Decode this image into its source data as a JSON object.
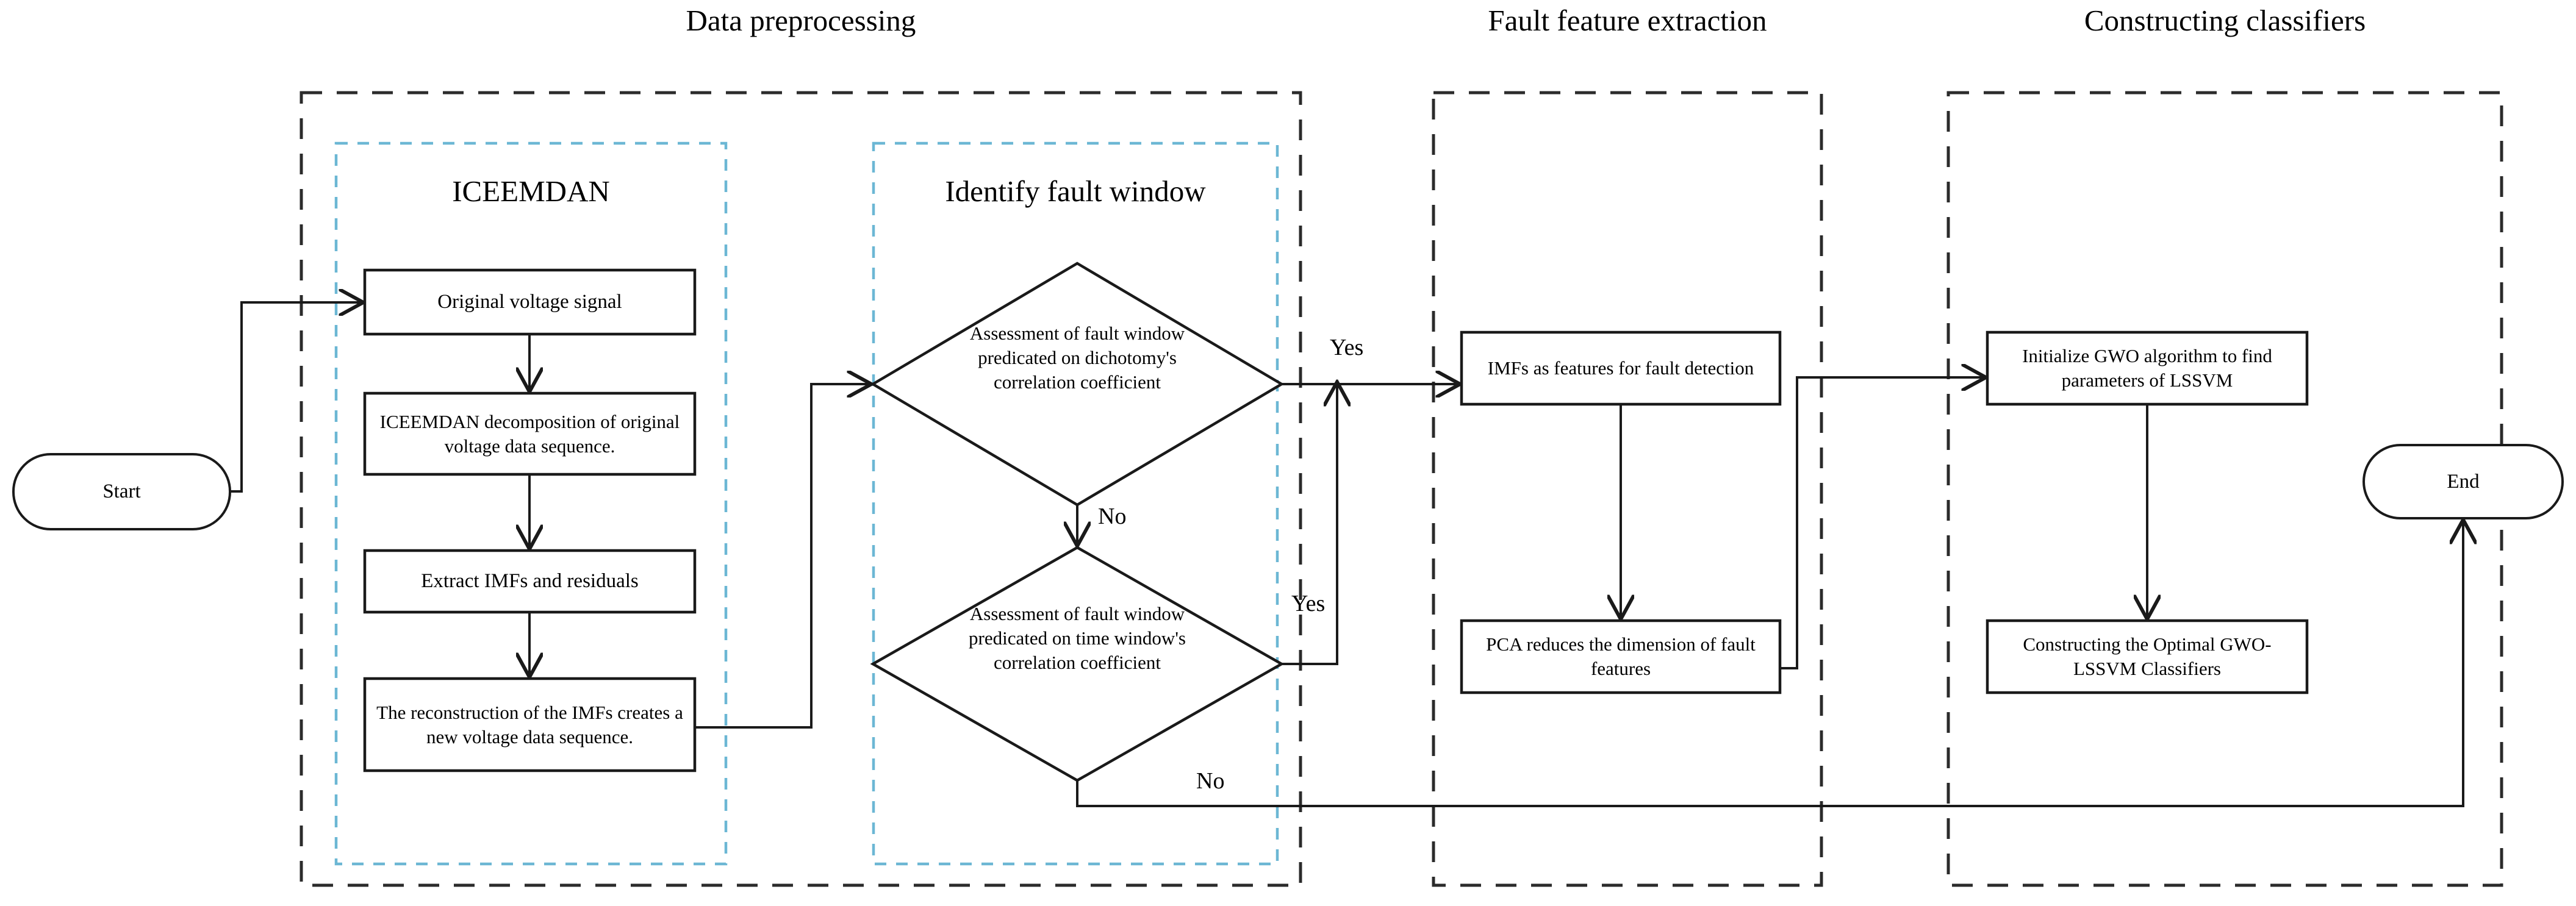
{
  "diagram": {
    "title": "Fault diagnosis flowchart",
    "colors": {
      "line": "#1a1a1a",
      "phase_border": "#2b2b2b",
      "group_border": "#6cb7d4",
      "text": "#000000",
      "background": "#ffffff"
    }
  },
  "phases": [
    {
      "id": "data-preprocessing",
      "label": "Data preprocessing"
    },
    {
      "id": "fault-feature-extraction",
      "label": "Fault feature extraction"
    },
    {
      "id": "constructing-classifiers",
      "label": "Constructing classifiers"
    }
  ],
  "groups": [
    {
      "id": "iceemdan",
      "label": "ICEEMDAN"
    },
    {
      "id": "identify-fault-window",
      "label": "Identify fault window"
    }
  ],
  "terminals": {
    "start": "Start",
    "end": "End"
  },
  "nodes": {
    "original_voltage_signal": "Original voltage signal",
    "iceemdan_decomposition": "ICEEMDAN decomposition of original voltage data sequence.",
    "extract_imfs": "Extract IMFs and residuals",
    "reconstruction": "The reconstruction of the IMFs creates a new voltage data sequence.",
    "decision_dichotomy": "Assessment of fault window predicated on dichotomy's correlation coefficient",
    "decision_time_window": "Assessment of fault window predicated on time window's  correlation coefficient",
    "imfs_features": "IMFs as features for fault detection",
    "pca_reduce": "PCA reduces the dimension of fault features",
    "initialize_gwo": "Initialize GWO algorithm to find parameters of LSSVM",
    "construct_classifiers": "Constructing the Optimal GWO-LSSVM Classifiers"
  },
  "edge_labels": {
    "yes_top": "Yes",
    "no_middle": "No",
    "yes_lower": "Yes",
    "no_bottom": "No"
  }
}
